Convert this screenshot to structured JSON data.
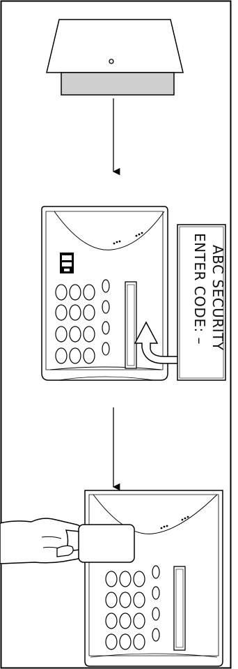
{
  "display": {
    "line1": "ABC SECURITY",
    "line2": "ENTER CODE: –"
  },
  "figure": {
    "steps": [
      "cover-plate",
      "keypad-reader-with-display",
      "keypad-reader-card-presented"
    ],
    "icons": [
      "screw-icon",
      "arrow-down-icon",
      "curved-arrow-icon",
      "hand-icon",
      "card-icon",
      "brand-logo-icon"
    ],
    "colors": {
      "line": "#000000",
      "plate_body": "#cfcfcf",
      "paper": "#ffffff"
    }
  }
}
